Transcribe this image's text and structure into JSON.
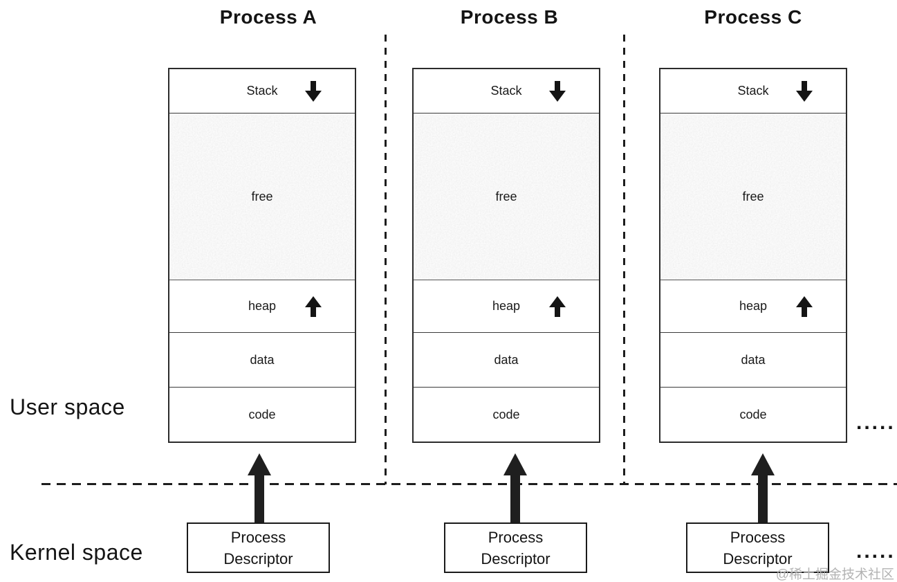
{
  "diagram": {
    "region_labels": {
      "user_space": "User space",
      "kernel_space": "Kernel space"
    },
    "processes": [
      {
        "title": "Process A"
      },
      {
        "title": "Process B"
      },
      {
        "title": "Process C"
      }
    ],
    "memory_sections": {
      "stack": "Stack",
      "free": "free",
      "heap": "heap",
      "data": "data",
      "code": "code"
    },
    "descriptor": {
      "line1": "Process",
      "line2": "Descriptor"
    },
    "ellipsis": ".....",
    "watermark": "@稀土掘金技术社区",
    "icons": {
      "stack_arrow": "down-arrow",
      "heap_arrow": "up-arrow",
      "descriptor_arrow": "up-arrow"
    },
    "colors": {
      "line": "#1d1d1d",
      "free_fill": "#e9e9e9",
      "watermark": "#b3b3b3"
    }
  }
}
